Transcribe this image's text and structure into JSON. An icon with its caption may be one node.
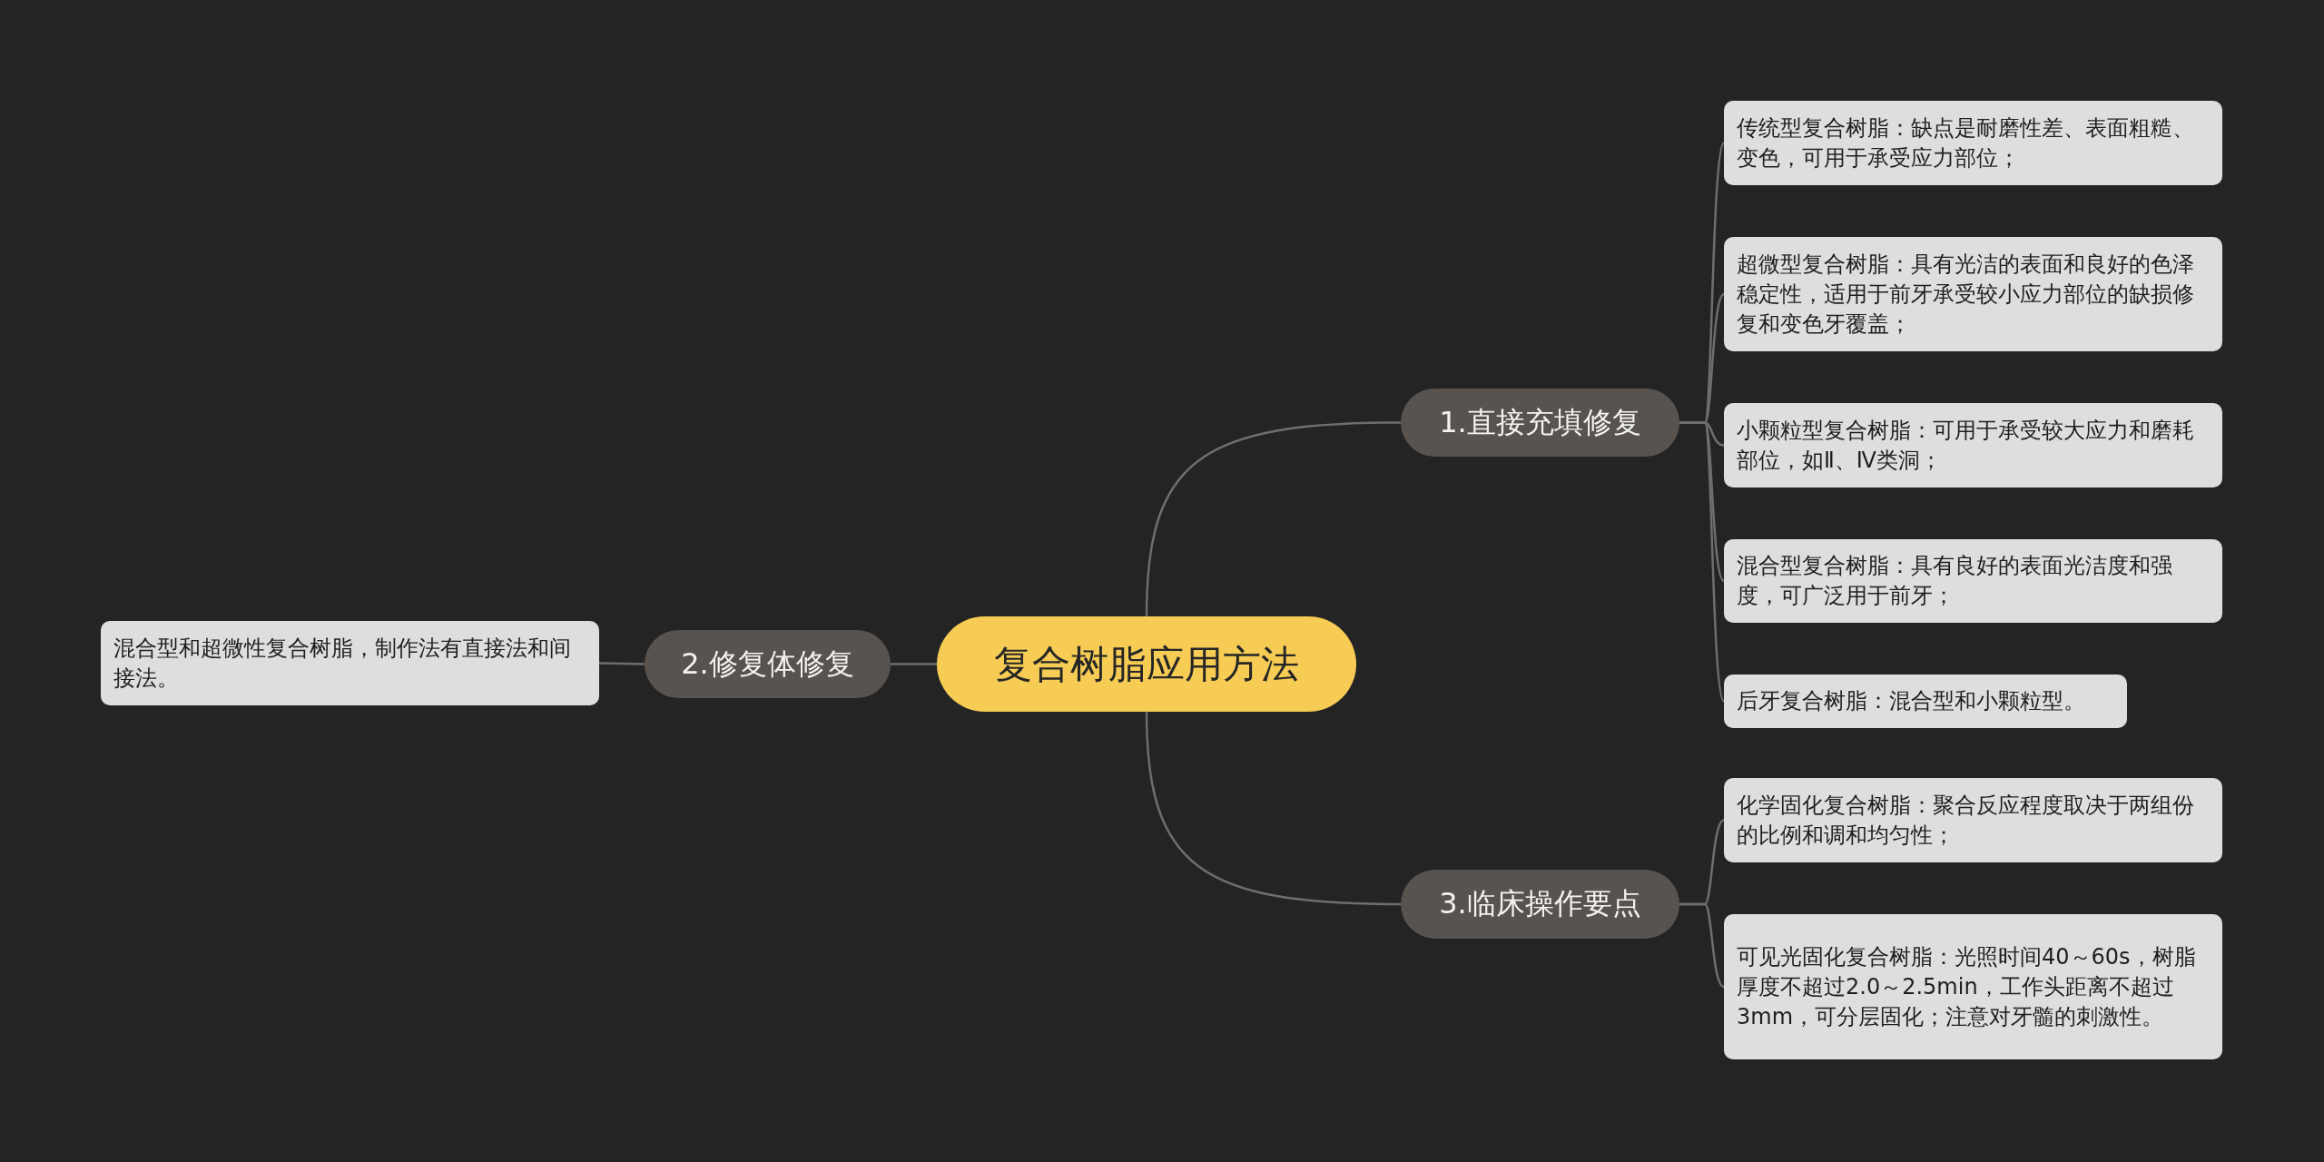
{
  "diagram": {
    "nodes": [
      {
        "text": [
          "复合树脂应用方法"
        ]
      },
      {
        "text": [
          "1.直接充填修复"
        ]
      },
      {
        "text": [
          "传统型复合树脂：缺点是耐磨性差、表面粗糙、变色，可用于承受应力部位；"
        ]
      },
      {
        "text": [
          "超微型复合树脂：具有光洁的表面和良好的色泽稳定性，适用于前牙承受较小应力部位的缺损修复和变色牙覆盖；"
        ]
      },
      {
        "text": [
          "小颗粒型复合树脂：可用于承受较大应力和磨耗部位，如Ⅱ、Ⅳ类洞；"
        ]
      },
      {
        "text": [
          "混合型复合树脂：具有良好的表面光洁度和强度，可广泛用于前牙；"
        ]
      },
      {
        "text": [
          "后牙复合树脂：混合型和小颗粒型。"
        ]
      },
      {
        "text": [
          "2.修复体修复"
        ]
      },
      {
        "text": [
          "混合型和超微性复合树脂，制作法有直接法和间接法。"
        ]
      },
      {
        "text": [
          "3.临床操作要点"
        ]
      },
      {
        "text": [
          "化学固化复合树脂：聚合反应程度取决于两组份的比例和调和均匀性；"
        ]
      },
      {
        "text": [
          "可见光固化复合树脂：光照时间40～60s，树脂厚度不超过2.0～2.5min，工作头距离不超过3mm，可分层固化；注意对牙髓的刺激性。"
        ]
      }
    ],
    "edges": [
      {
        "from": 0,
        "to": 1,
        "arrow": "none"
      },
      {
        "from": 1,
        "to": 2,
        "arrow": "none"
      },
      {
        "from": 1,
        "to": 3,
        "arrow": "none"
      },
      {
        "from": 1,
        "to": 4,
        "arrow": "none"
      },
      {
        "from": 1,
        "to": 5,
        "arrow": "none"
      },
      {
        "from": 1,
        "to": 6,
        "arrow": "none"
      },
      {
        "from": 0,
        "to": 7,
        "arrow": "none"
      },
      {
        "from": 7,
        "to": 8,
        "arrow": "none"
      },
      {
        "from": 0,
        "to": 9,
        "arrow": "none"
      },
      {
        "from": 9,
        "to": 10,
        "arrow": "none"
      },
      {
        "from": 9,
        "to": 11,
        "arrow": "none"
      }
    ]
  }
}
